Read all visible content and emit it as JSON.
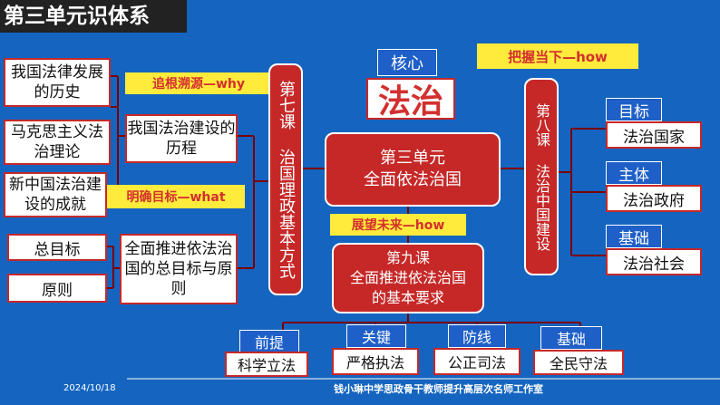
{
  "header": "第三单元识体系",
  "core": {
    "label": "核心",
    "title": "法治"
  },
  "unit": {
    "line1": "第三单元",
    "line2": "全面依法治国"
  },
  "tags": {
    "why": "追根溯源—why",
    "what": "明确目标—what",
    "how_future": "展望未来—how",
    "how_now": "把握当下—how"
  },
  "lesson7": {
    "title": "第七课  治国理政基本方式",
    "items": [
      {
        "text": "我国法治建设的历程",
        "subs": [
          "我国法律发展的历史",
          "马克思主义法治理论",
          "新中国法治建设的成就"
        ]
      },
      {
        "text": "全面推进依法治国的总目标与原则",
        "subs": [
          "总目标",
          "原则"
        ]
      }
    ]
  },
  "lesson8": {
    "title": "第八课  法治中国建设",
    "items": [
      {
        "label": "目标",
        "value": "法治国家"
      },
      {
        "label": "主体",
        "value": "法治政府"
      },
      {
        "label": "基础",
        "value": "法治社会"
      }
    ]
  },
  "lesson9": {
    "line1": "第九课",
    "line2": "全面推进依法治国",
    "line3": "的基本要求",
    "items": [
      {
        "label": "前提",
        "value": "科学立法"
      },
      {
        "label": "关键",
        "value": "严格执法"
      },
      {
        "label": "防线",
        "value": "公正司法"
      },
      {
        "label": "基础",
        "value": "全民守法"
      }
    ]
  },
  "footer": {
    "date": "2024/10/18",
    "org": "钱小琳中学思政骨干教师提升高层次名师工作室"
  }
}
